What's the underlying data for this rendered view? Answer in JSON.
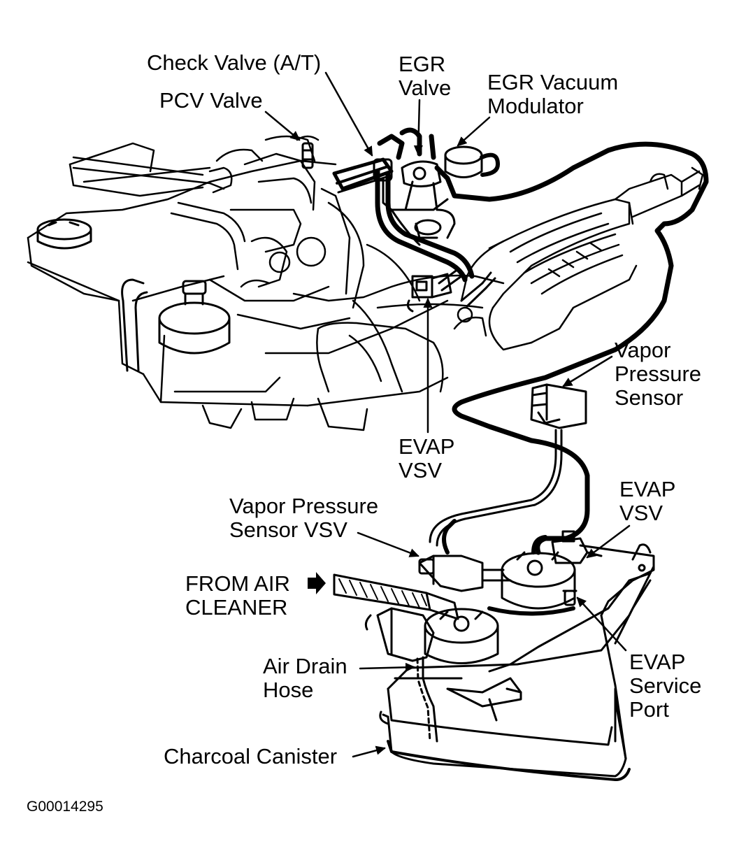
{
  "labels": {
    "check_valve": "Check Valve (A/T)",
    "pcv_valve": "PCV Valve",
    "egr_valve": [
      "EGR",
      "Valve"
    ],
    "egr_vacuum_modulator": [
      "EGR Vacuum",
      "Modulator"
    ],
    "vapor_pressure_sensor": [
      "Vapor",
      "Pressure",
      "Sensor"
    ],
    "evap_vsv_upper": [
      "EVAP",
      "VSV"
    ],
    "evap_vsv_lower": [
      "EVAP",
      "VSV"
    ],
    "vapor_pressure_sensor_vsv": [
      "Vapor Pressure",
      "Sensor VSV"
    ],
    "from_air_cleaner": [
      "FROM AIR",
      "CLEANER"
    ],
    "air_drain_hose": [
      "Air Drain",
      "Hose"
    ],
    "evap_service_port": [
      "EVAP",
      "Service",
      "Port"
    ],
    "charcoal_canister": "Charcoal Canister"
  },
  "figure_code": "G00014295",
  "colors": {
    "ink": "#000000",
    "paper": "#ffffff"
  }
}
